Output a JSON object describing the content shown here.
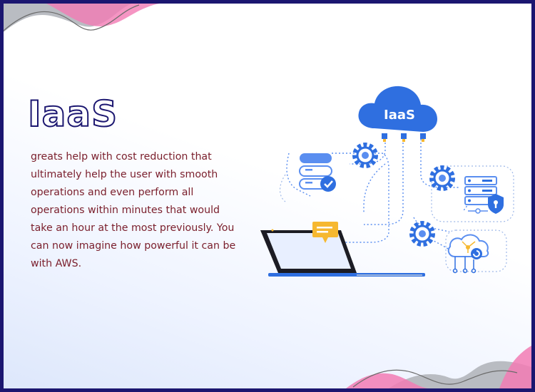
{
  "heading": "IaaS",
  "body": "greats help with cost reduction that ultimately help the user with smooth operations and even perform all operations within minutes that would take an hour at the most previously. You can now imagine how powerful it can be with AWS.",
  "illustration": {
    "cloud_label": "IaaS"
  },
  "colors": {
    "border": "#1b1670",
    "heading_outline": "#1b1670",
    "body_text": "#7a1e2b",
    "primary_blue": "#2f6fe0",
    "light_blue": "#5a8ef0",
    "accent_yellow": "#f6b82f",
    "decor_pink": "#f27bb4",
    "decor_gray": "#b9bcc2"
  },
  "icons": [
    "cloud-icon",
    "gear-icon",
    "database-icon",
    "check-badge-icon",
    "server-icon",
    "shield-lock-icon",
    "laptop-icon",
    "chat-bubble-icon",
    "network-cloud-icon"
  ]
}
